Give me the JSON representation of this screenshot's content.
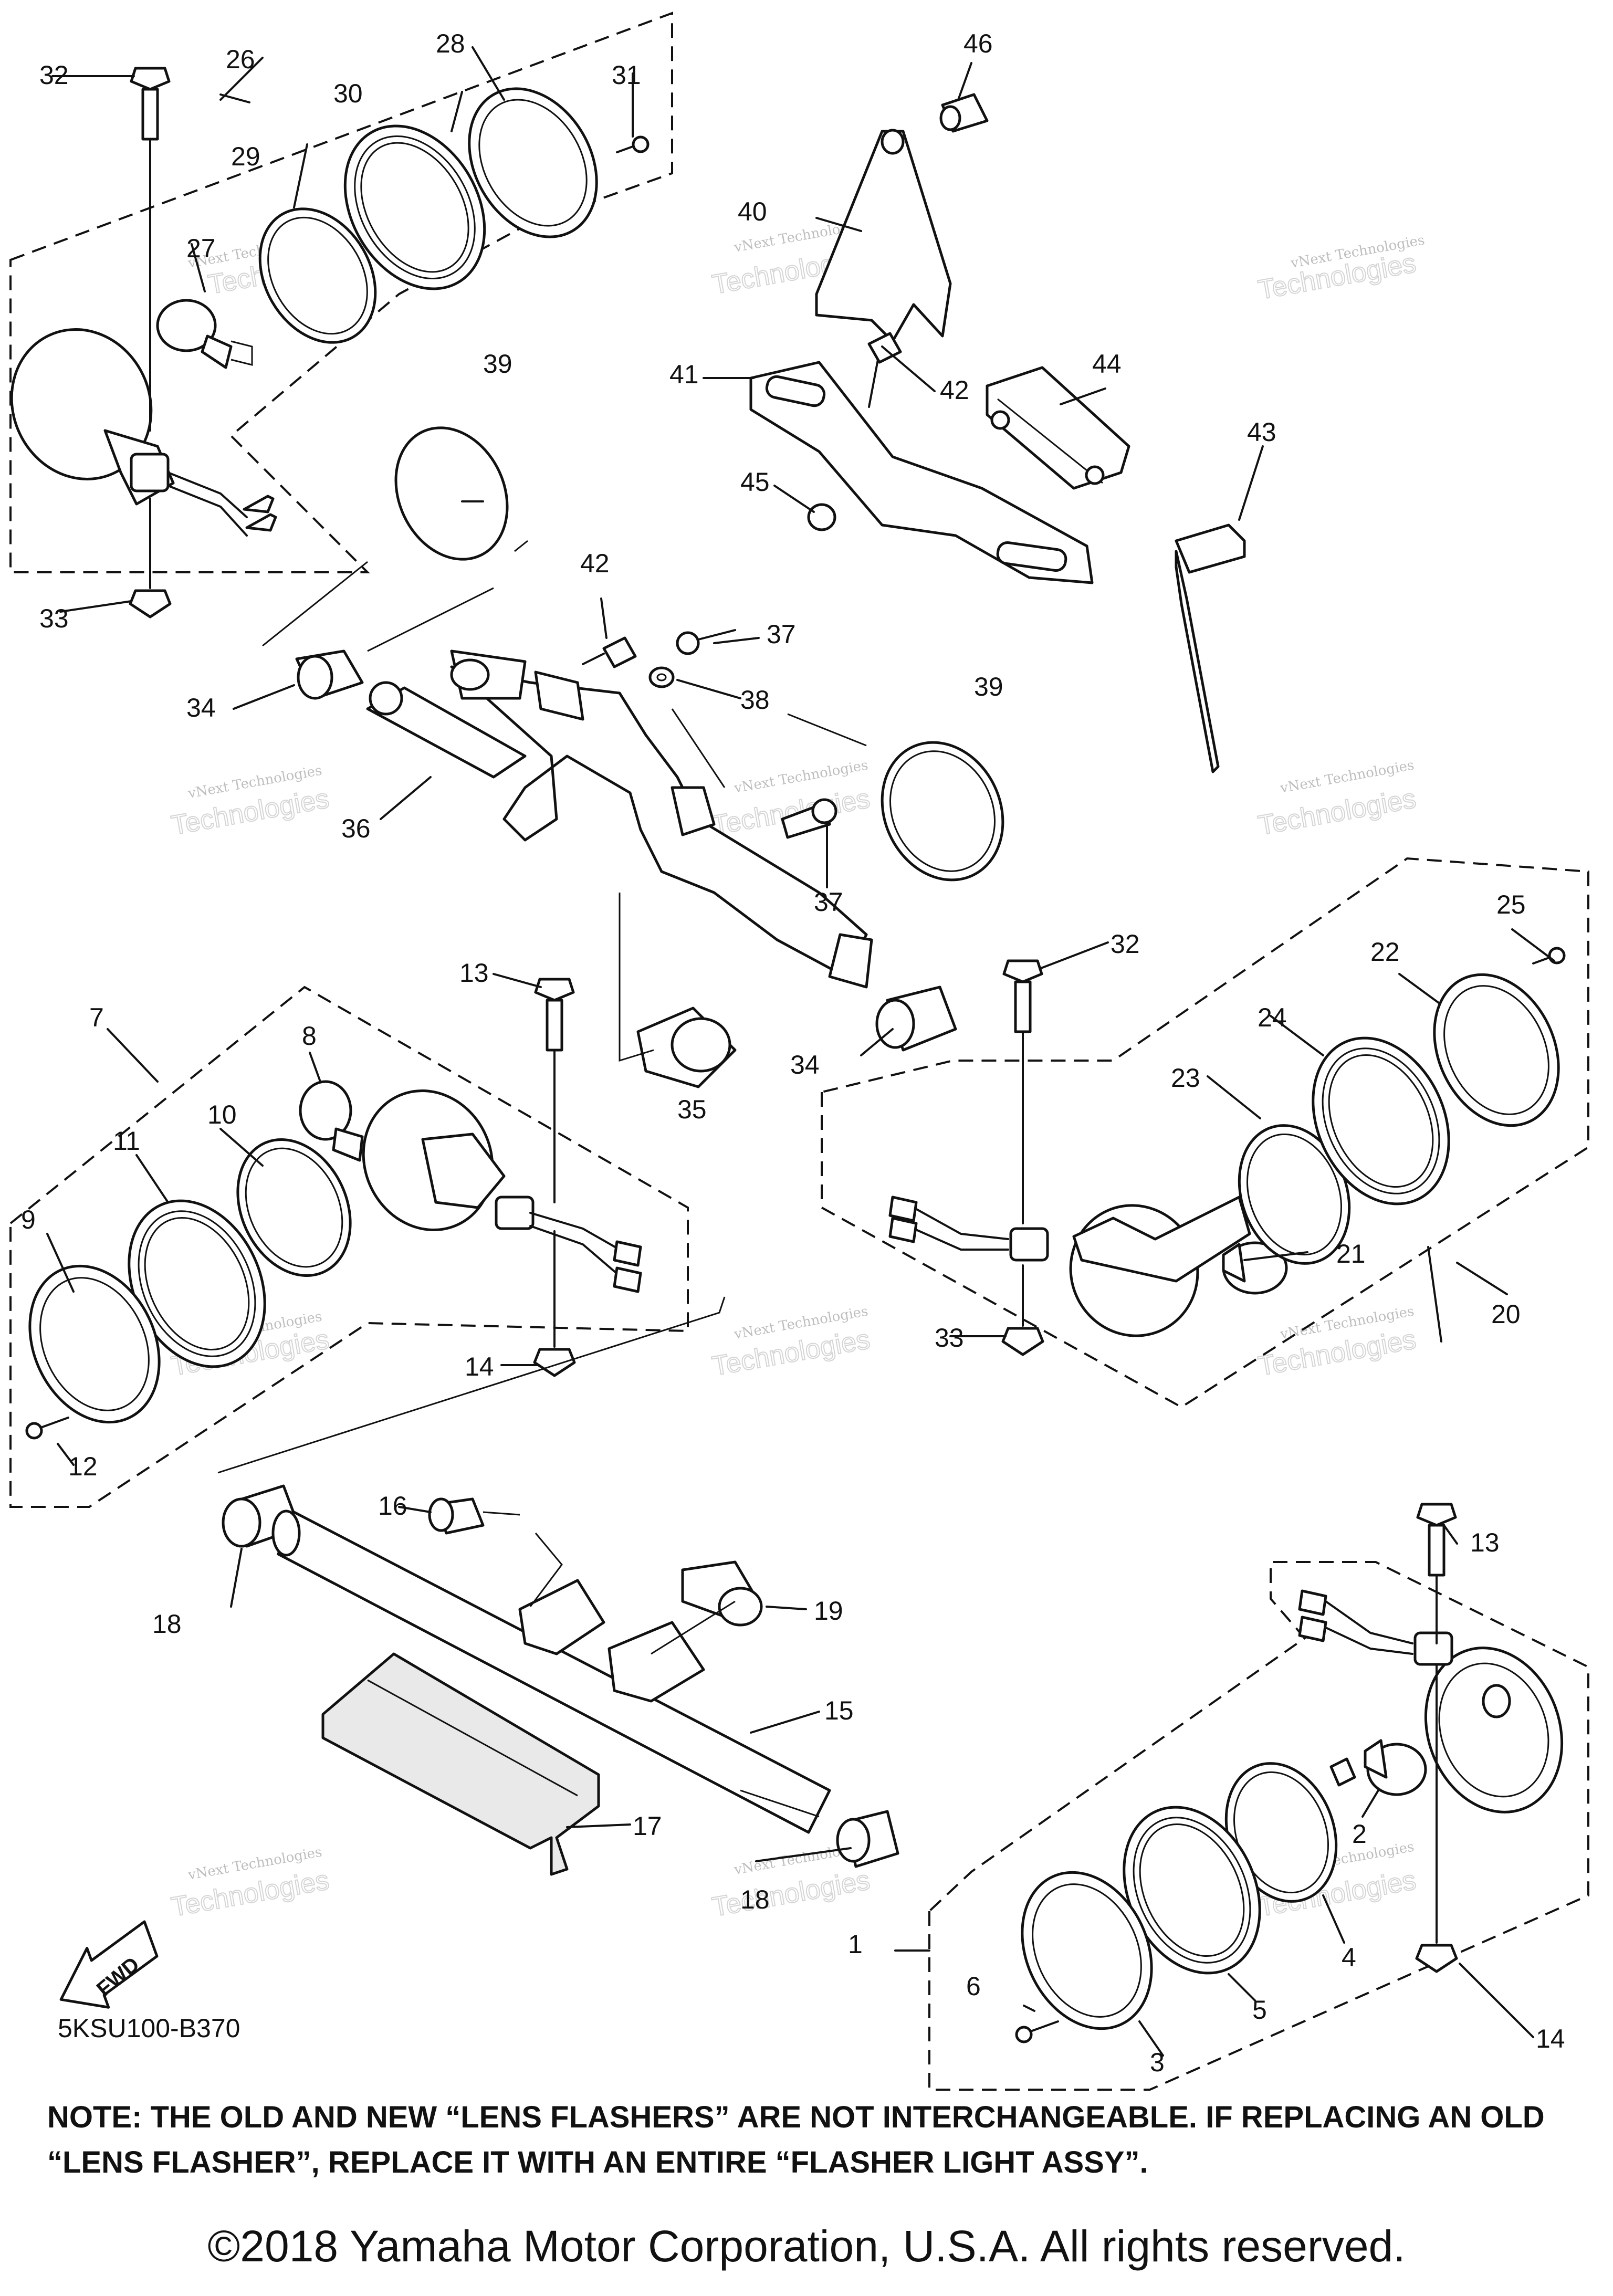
{
  "diagram": {
    "callouts": [
      "1",
      "2",
      "3",
      "4",
      "5",
      "6",
      "7",
      "8",
      "9",
      "10",
      "11",
      "12",
      "13",
      "14",
      "15",
      "16",
      "17",
      "18",
      "19",
      "20",
      "21",
      "22",
      "23",
      "24",
      "25",
      "26",
      "27",
      "28",
      "29",
      "30",
      "31",
      "32",
      "33",
      "34",
      "35",
      "36",
      "37",
      "38",
      "39",
      "40",
      "41",
      "42",
      "43",
      "44",
      "45",
      "46"
    ],
    "diagram_code": "5KSU100-B370",
    "fwd_label": "FWD",
    "watermark": {
      "line1": "vNext Technologies",
      "line2": "Technologies"
    }
  },
  "note": "NOTE: THE OLD AND NEW “LENS FLASHERS” ARE NOT INTERCHANGEABLE. IF REPLACING AN OLD “LENS FLASHER”, REPLACE IT WITH AN ENTIRE “FLASHER LIGHT ASSY”.",
  "copyright": "©2018 Yamaha Motor Corporation, U.S.A. All rights reserved."
}
